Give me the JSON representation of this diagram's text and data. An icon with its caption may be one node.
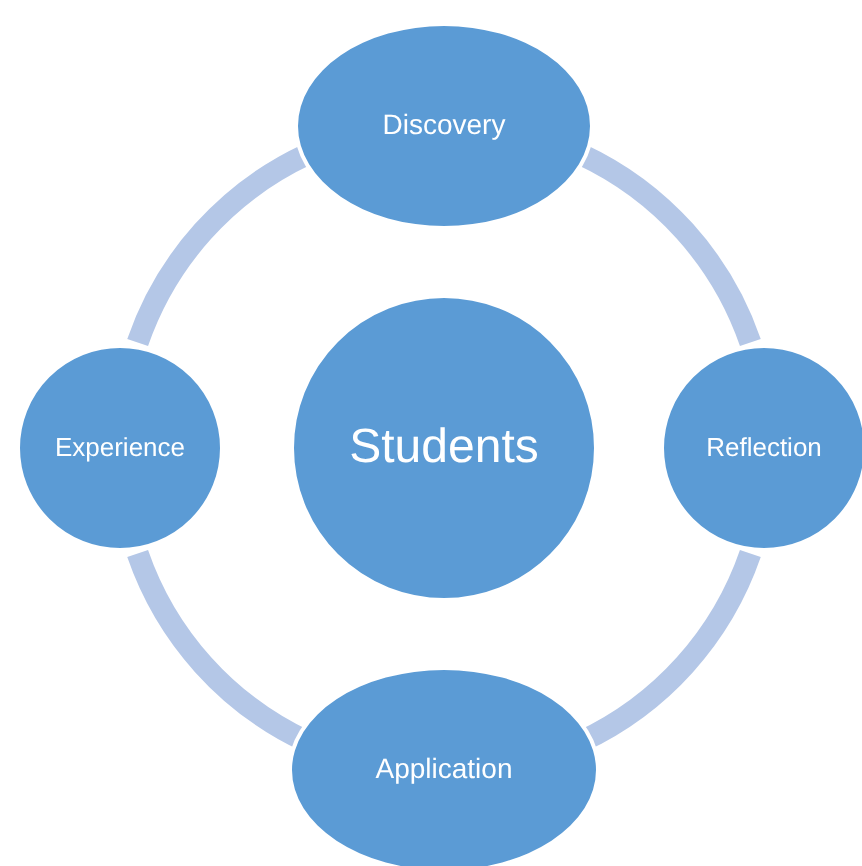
{
  "diagram": {
    "nodes": [
      {
        "text": [
          "Discovery"
        ]
      },
      {
        "text": [
          "Experience"
        ]
      },
      {
        "text": [
          "Students"
        ]
      },
      {
        "text": [
          "Reflection"
        ]
      },
      {
        "text": [
          "Application"
        ]
      }
    ],
    "edges": [
      {
        "from": 0,
        "to": 3,
        "arrow": "none"
      },
      {
        "from": 3,
        "to": 4,
        "arrow": "none"
      },
      {
        "from": 4,
        "to": 1,
        "arrow": "none"
      },
      {
        "from": 1,
        "to": 0,
        "arrow": "none"
      }
    ]
  }
}
